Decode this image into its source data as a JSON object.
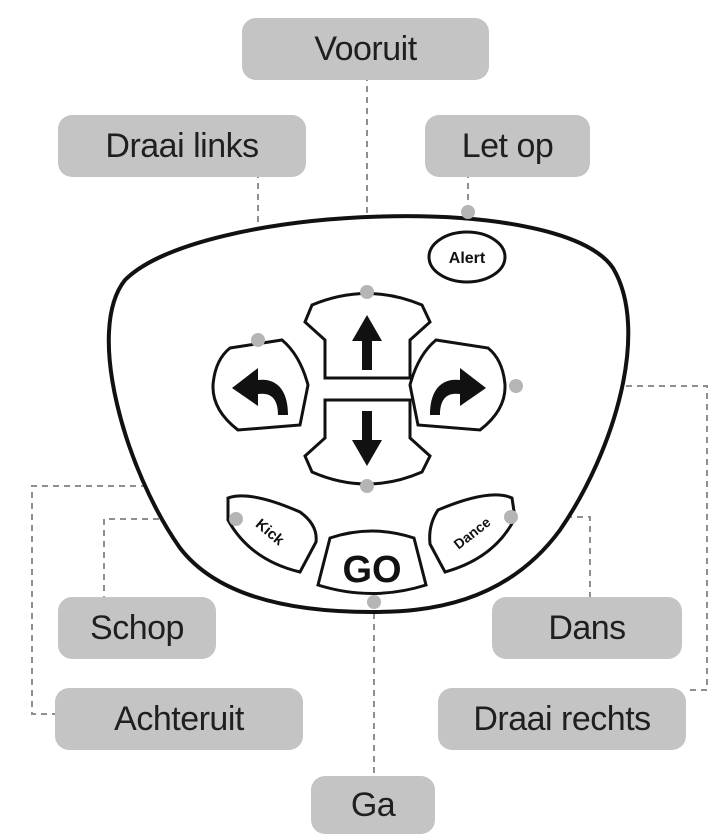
{
  "callouts": {
    "forward": "Vooruit",
    "turn_left": "Draai links",
    "attention": "Let op",
    "kick": "Schop",
    "dance": "Dans",
    "backward": "Achteruit",
    "turn_right": "Draai rechts",
    "go": "Ga"
  },
  "remote": {
    "alert_label": "Alert",
    "kick_label": "Kick",
    "go_label": "GO",
    "dance_label": "Dance"
  },
  "colors": {
    "callout_fill": "#c4c4c4",
    "outline": "#111111",
    "leader_line": "#8f8f8f",
    "anchor_dot": "#b5b5b5"
  }
}
